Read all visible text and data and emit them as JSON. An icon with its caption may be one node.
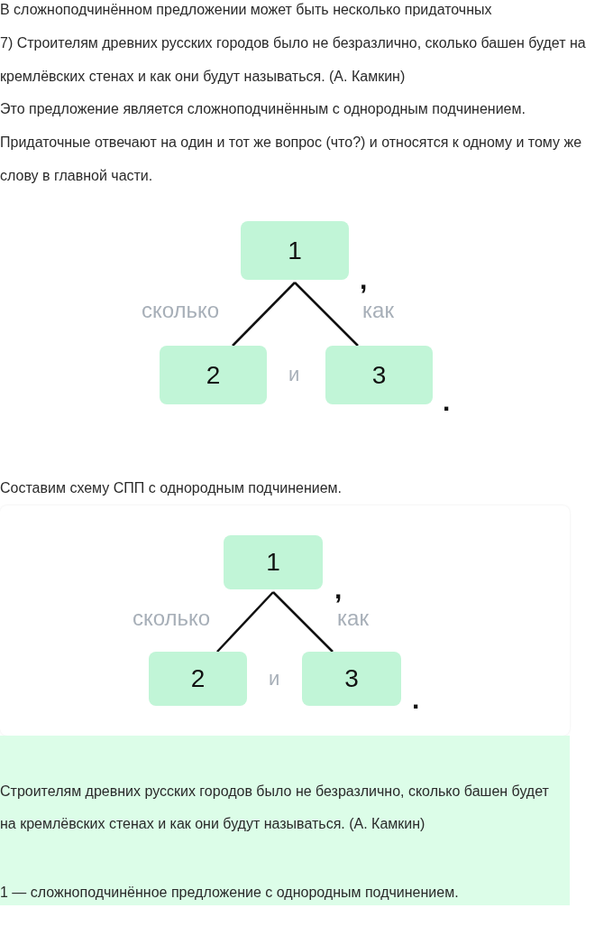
{
  "diagram": {
    "nodes": [
      {
        "text": [
          "1"
        ]
      },
      {
        "text": [
          "2"
        ]
      },
      {
        "text": [
          "3"
        ]
      },
      {
        "text": [
          "1"
        ]
      },
      {
        "text": [
          "2"
        ]
      },
      {
        "text": [
          "3"
        ]
      }
    ],
    "edges": [
      {
        "from": 0,
        "to": 1,
        "arrow": "none",
        "label": "сколько"
      },
      {
        "from": 0,
        "to": 2,
        "arrow": "none",
        "label": "как"
      },
      {
        "from": 3,
        "to": 4,
        "arrow": "none",
        "label": "сколько"
      },
      {
        "from": 3,
        "to": 5,
        "arrow": "none",
        "label": "как"
      }
    ],
    "labels": [
      "В сложноподчинённом предложении может быть несколько придаточных",
      "7) Строителям древних русских городов было не безразлично, сколько башен будет на кремлёвских стенах и как они будут называться. (А. Камкин)",
      "Это предложение является сложноподчинённым с однородным подчинением. Придаточные отвечают на один и тот же вопрос (что?) и относятся к одному и тому же слову в главной части.",
      ",",
      "и",
      ".",
      "Составим схему СПП с однородным подчинением.",
      ",",
      "и",
      ".",
      "Строителям древних русских городов было не безразлично, сколько башен будет на кремлёвских стенах и как они будут называться. (А. Камкин)",
      "1 — сложноподчинённое предложение с однородным подчинением."
    ]
  }
}
